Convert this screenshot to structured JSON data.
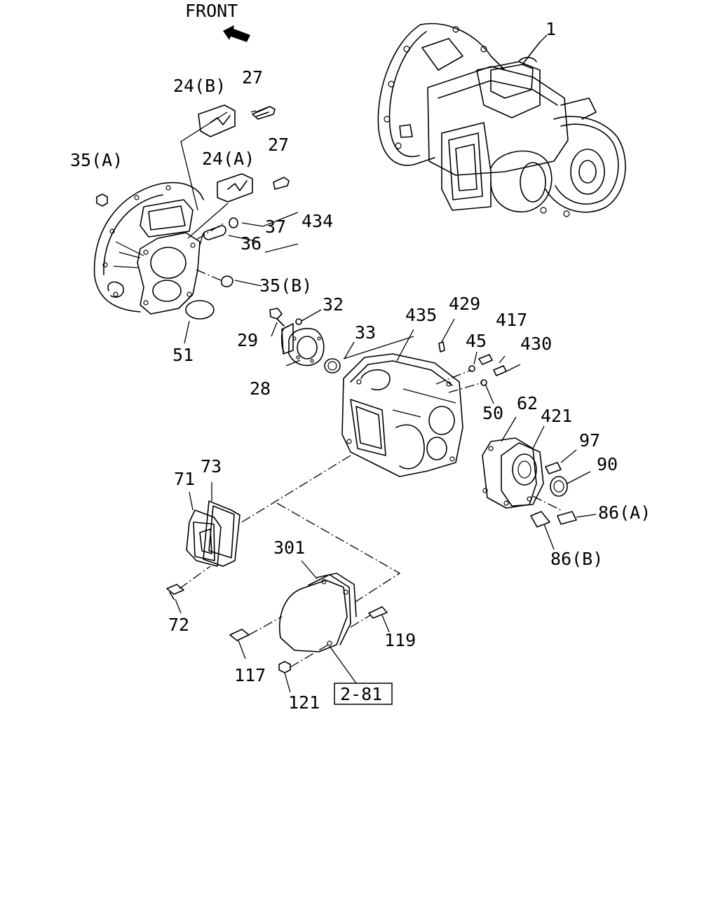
{
  "front_label": "FRONT",
  "callouts": {
    "c1": "1",
    "c24b": "24(B)",
    "c27a": "27",
    "c24a": "24(A)",
    "c27b": "27",
    "c35a": "35(A)",
    "c37": "37",
    "c434": "434",
    "c36": "36",
    "c35b": "35(B)",
    "c51": "51",
    "c32": "32",
    "c29": "29",
    "c33": "33",
    "c28": "28",
    "c435": "435",
    "c429": "429",
    "c417": "417",
    "c45": "45",
    "c430": "430",
    "c50": "50",
    "c62": "62",
    "c421": "421",
    "c97": "97",
    "c90": "90",
    "c86a": "86(A)",
    "c86b": "86(B)",
    "c71": "71",
    "c73": "73",
    "c72": "72",
    "c301": "301",
    "c119": "119",
    "c117": "117",
    "c121": "121"
  },
  "reference_box": "2-81"
}
